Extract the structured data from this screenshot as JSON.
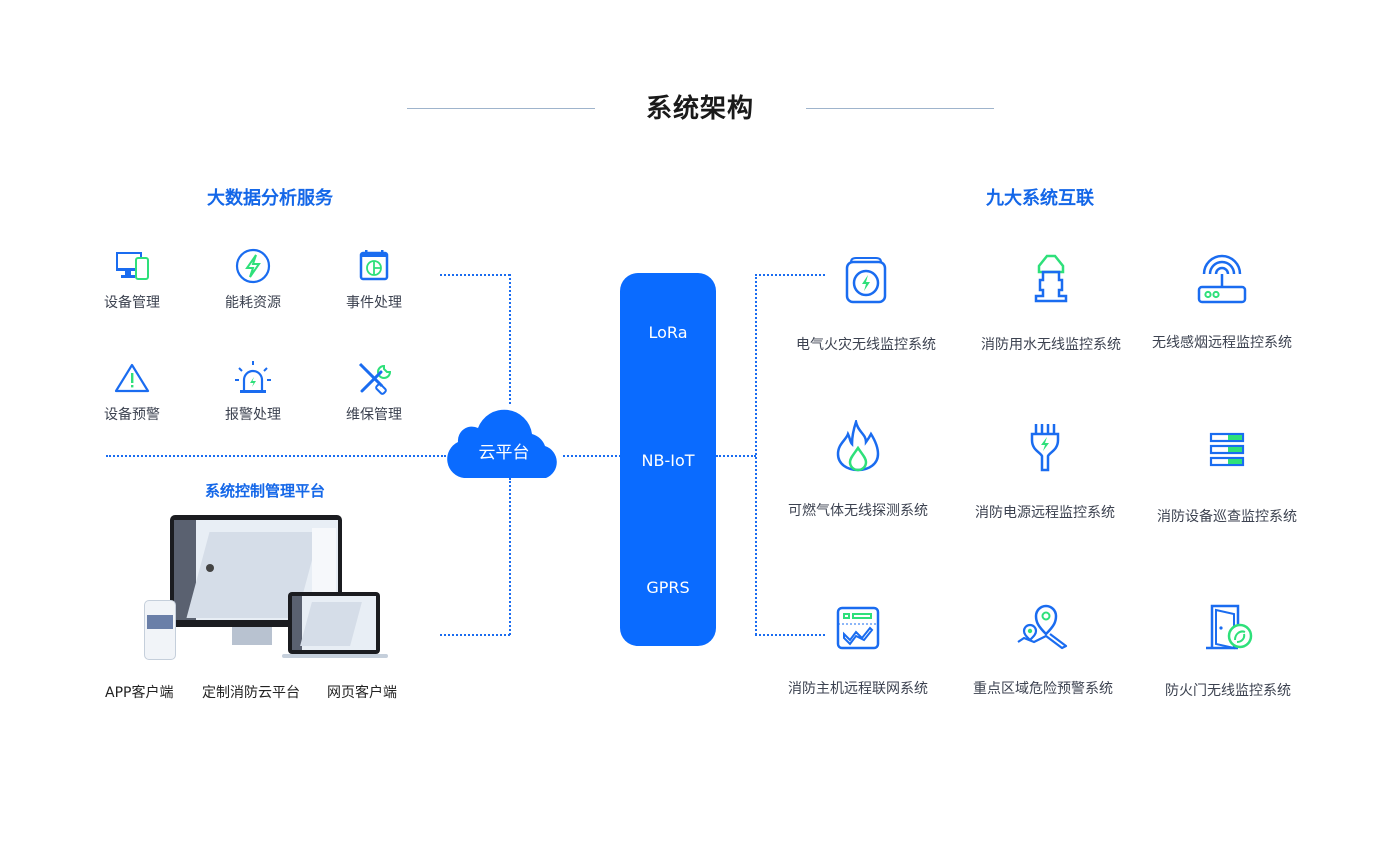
{
  "header": {
    "title": "系统架构"
  },
  "left": {
    "analytics_title": "大数据分析服务",
    "features": [
      {
        "label": "设备管理",
        "icon": "devices-icon"
      },
      {
        "label": "能耗资源",
        "icon": "energy-icon"
      },
      {
        "label": "事件处理",
        "icon": "calendar-chart-icon"
      },
      {
        "label": "设备预警",
        "icon": "warning-icon"
      },
      {
        "label": "报警处理",
        "icon": "alarm-light-icon"
      },
      {
        "label": "维保管理",
        "icon": "tools-icon"
      }
    ],
    "platform_title": "系统控制管理平台",
    "devices": [
      "APP客户端",
      "定制消防云平台",
      "网页客户端"
    ]
  },
  "center": {
    "cloud_label": "云平台",
    "protocols": [
      "LoRa",
      "NB-IoT",
      "GPRS"
    ]
  },
  "right": {
    "systems_title": "九大系统互联",
    "systems": [
      {
        "label": "电气火灾无线监控系统",
        "icon": "electric-box-icon"
      },
      {
        "label": "消防用水无线监控系统",
        "icon": "hydrant-icon"
      },
      {
        "label": "无线感烟远程监控系统",
        "icon": "router-icon"
      },
      {
        "label": "可燃气体无线探测系统",
        "icon": "flame-icon"
      },
      {
        "label": "消防电源远程监控系统",
        "icon": "plug-icon"
      },
      {
        "label": "消防设备巡查监控系统",
        "icon": "server-rack-icon"
      },
      {
        "label": "消防主机远程联网系统",
        "icon": "monitor-chart-icon"
      },
      {
        "label": "重点区域危险预警系统",
        "icon": "location-pin-icon"
      },
      {
        "label": "防火门无线监控系统",
        "icon": "fire-door-icon"
      }
    ]
  },
  "colors": {
    "primary": "#0a6bff",
    "accent": "#2ee07a",
    "text": "#3c4250",
    "title": "#1a1a1a"
  }
}
